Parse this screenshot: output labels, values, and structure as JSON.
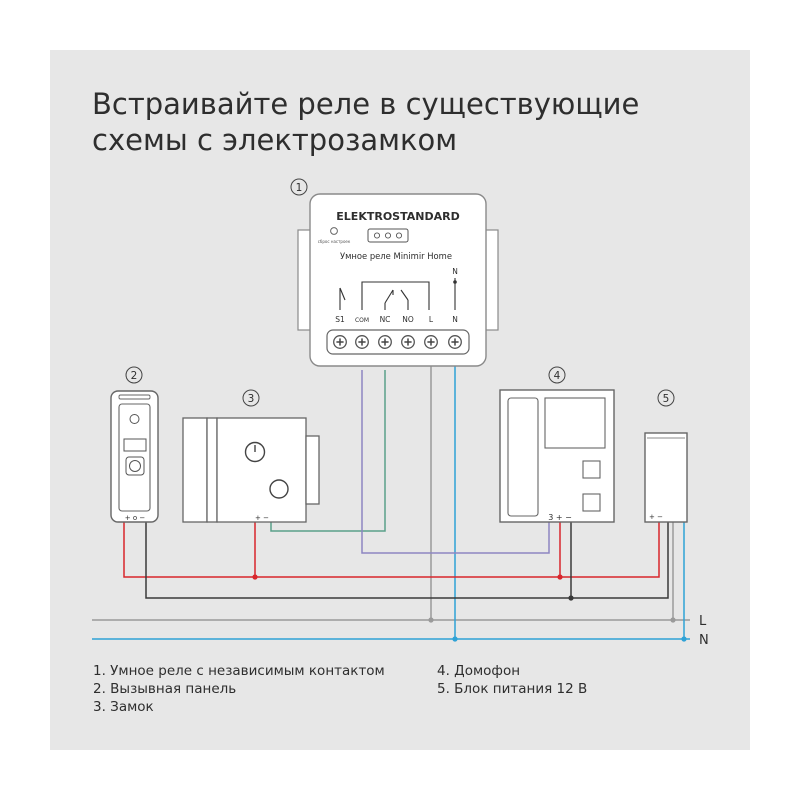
{
  "title": {
    "line1": "Встраивайте реле в существующие",
    "line2": "схемы с электрозамком"
  },
  "markers": {
    "relay": "1",
    "panel": "2",
    "lock": "3",
    "intercom": "4",
    "psu": "5"
  },
  "relay": {
    "brand": "ELEKTROSTANDARD",
    "reset_label": "сброс настроек",
    "model": "Умное реле Minimir Home",
    "n_top": "N",
    "terminals": [
      "S1",
      "COM",
      "NC",
      "NO",
      "L",
      "N"
    ]
  },
  "panel_terminals": "+ o −",
  "lock_terminals": "+  −",
  "intercom_terminals": "3 + −",
  "psu_terminals": "+ −",
  "bus": {
    "L": "L",
    "N": "N"
  },
  "legend": {
    "left": [
      "1. Умное реле с независимым контактом",
      "2. Вызывная панель",
      "3. Замок"
    ],
    "right": [
      "4. Домофон",
      "5. Блок питания 12 В"
    ]
  },
  "colors": {
    "background": "#e7e7e7",
    "red_wire": "#d8262c",
    "black_wire": "#3a3a3a",
    "blue_wire": "#2fa2d6",
    "gray_wire": "#9a9a9a",
    "green_wire": "#5aa08a",
    "purple_wire": "#8d86c2"
  }
}
